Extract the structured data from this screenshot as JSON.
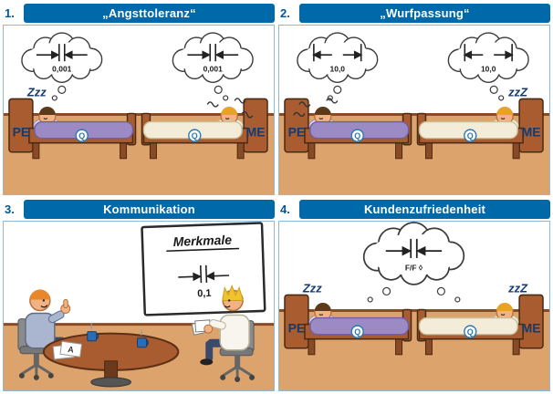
{
  "colors": {
    "header_blue": "#0069aa",
    "number_blue": "#00579b",
    "floor": "#dda36c",
    "floor_line": "#8a4a26",
    "bed_wood": "#a85c30",
    "blanket_purple": "#9b8ac4",
    "blanket_cream": "#f2ecd9",
    "navy_text": "#173a6d"
  },
  "bed_labels": {
    "left": "PE",
    "right": "ME",
    "logo": "Q"
  },
  "panels": [
    {
      "number": "1.",
      "title": "„Angsttoleranz“",
      "bubbles": {
        "left_value": "0,001",
        "right_value": "0,001"
      },
      "sleep": {
        "left": "Zzz"
      }
    },
    {
      "number": "2.",
      "title": "„Wurfpassung“",
      "bubbles": {
        "left_value": "10,0",
        "right_value": "10,0"
      },
      "sleep": {
        "right": "zzZ"
      }
    },
    {
      "number": "3.",
      "title": "Kommunikation",
      "flipchart": {
        "title": "Merkmale",
        "value": "0,1"
      },
      "paper_label": "A"
    },
    {
      "number": "4.",
      "title": "Kundenzufriedenheit",
      "bubble": {
        "value": "F/F ◊"
      },
      "sleep": {
        "left": "Zzz",
        "right": "zzZ"
      }
    }
  ]
}
